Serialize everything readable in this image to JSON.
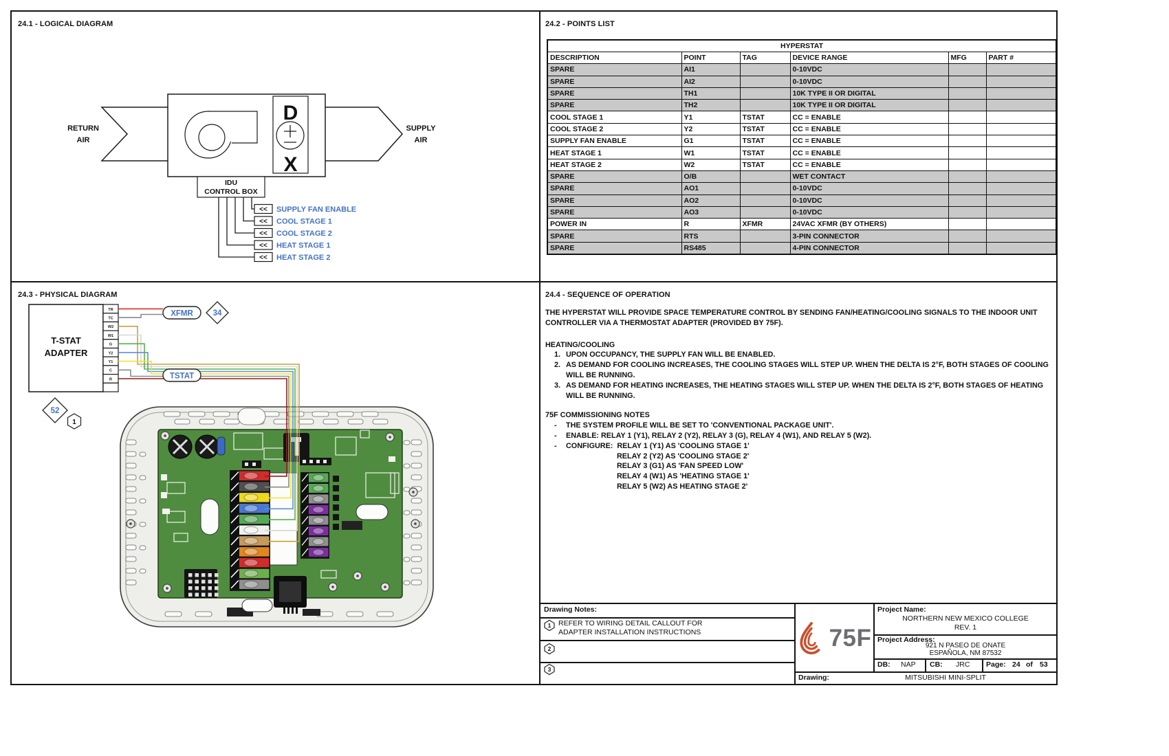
{
  "logical": {
    "title": "24.1 - LOGICAL DIAGRAM",
    "return_air_line1": "RETURN",
    "return_air_line2": "AIR",
    "supply_air_line1": "SUPPLY",
    "supply_air_line2": "AIR",
    "idu_line1": "IDU",
    "idu_line2": "CONTROL BOX",
    "dx_top": "D",
    "dx_bottom": "X",
    "arrow_symbol": "<<",
    "signal_color": "#4472c4",
    "signals": [
      "SUPPLY FAN ENABLE",
      "COOL STAGE 1",
      "COOL STAGE 2",
      "HEAT STAGE 1",
      "HEAT STAGE 2"
    ]
  },
  "points": {
    "title": "24.2 - POINTS LIST",
    "table_title": "HYPERSTAT",
    "headers": [
      "DESCRIPTION",
      "POINT",
      "TAG",
      "DEVICE RANGE",
      "MFG",
      "PART #"
    ],
    "spare_row_color": "#c9c9c9",
    "rows": [
      {
        "description": "SPARE",
        "point": "AI1",
        "tag": "",
        "range": "0-10VDC",
        "mfg": "",
        "part": "",
        "spare": true
      },
      {
        "description": "SPARE",
        "point": "AI2",
        "tag": "",
        "range": "0-10VDC",
        "mfg": "",
        "part": "",
        "spare": true
      },
      {
        "description": "SPARE",
        "point": "TH1",
        "tag": "",
        "range": "10K TYPE II OR DIGITAL",
        "mfg": "",
        "part": "",
        "spare": true
      },
      {
        "description": "SPARE",
        "point": "TH2",
        "tag": "",
        "range": "10K TYPE II OR DIGITAL",
        "mfg": "",
        "part": "",
        "spare": true
      },
      {
        "description": "COOL STAGE 1",
        "point": "Y1",
        "tag": "TSTAT",
        "range": "CC = ENABLE",
        "mfg": "",
        "part": "",
        "spare": false
      },
      {
        "description": "COOL STAGE 2",
        "point": "Y2",
        "tag": "TSTAT",
        "range": "CC = ENABLE",
        "mfg": "",
        "part": "",
        "spare": false
      },
      {
        "description": "SUPPLY FAN ENABLE",
        "point": "G1",
        "tag": "TSTAT",
        "range": "CC = ENABLE",
        "mfg": "",
        "part": "",
        "spare": false
      },
      {
        "description": "HEAT STAGE 1",
        "point": "W1",
        "tag": "TSTAT",
        "range": "CC = ENABLE",
        "mfg": "",
        "part": "",
        "spare": false
      },
      {
        "description": "HEAT STAGE 2",
        "point": "W2",
        "tag": "TSTAT",
        "range": "CC = ENABLE",
        "mfg": "",
        "part": "",
        "spare": false
      },
      {
        "description": "SPARE",
        "point": "O/B",
        "tag": "",
        "range": "WET CONTACT",
        "mfg": "",
        "part": "",
        "spare": true
      },
      {
        "description": "SPARE",
        "point": "AO1",
        "tag": "",
        "range": "0-10VDC",
        "mfg": "",
        "part": "",
        "spare": true
      },
      {
        "description": "SPARE",
        "point": "AO2",
        "tag": "",
        "range": "0-10VDC",
        "mfg": "",
        "part": "",
        "spare": true
      },
      {
        "description": "SPARE",
        "point": "AO3",
        "tag": "",
        "range": "0-10VDC",
        "mfg": "",
        "part": "",
        "spare": true
      },
      {
        "description": "POWER IN",
        "point": "R",
        "tag": "XFMR",
        "range": "24VAC XFMR (BY OTHERS)",
        "mfg": "",
        "part": "",
        "spare": false
      },
      {
        "description": "SPARE",
        "point": "RTS",
        "tag": "",
        "range": "3-PIN CONNECTOR",
        "mfg": "",
        "part": "",
        "spare": true
      },
      {
        "description": "SPARE",
        "point": "RS485",
        "tag": "",
        "range": "4-PIN CONNECTOR",
        "mfg": "",
        "part": "",
        "spare": true
      }
    ]
  },
  "physical": {
    "title": "24.3 - PHYSICAL DIAGRAM",
    "adapter_line1": "T-STAT",
    "adapter_line2": "ADAPTER",
    "terminals": [
      "TR",
      "TC",
      "W2",
      "W1",
      "G",
      "Y2",
      "Y1",
      "C",
      "R"
    ],
    "xfmr_label": "XFMR",
    "tstat_label": "TSTAT",
    "diamond_xfmr": "34",
    "diamond_board": "52",
    "hex_note": "1",
    "label_color": "#4472c4",
    "wire_colors": {
      "tr": "#d92b2b",
      "tc": "#8a8a8a",
      "w2": "#c9a13b",
      "w1": "#d8d8d2",
      "g": "#58b14f",
      "y2": "#5f8fd6",
      "y1": "#f2e230",
      "c": "#8a8a8a",
      "r": "#8e1f1f"
    },
    "board": {
      "pcb_color": "#4f8c3f",
      "left_terminal_colors": [
        "#d02c2c",
        "#4f4f4f",
        "#ecd81d",
        "#4a79cf",
        "#57a855",
        "#f0f0ee",
        "#c59a5d",
        "#e2871f",
        "#d02c2c",
        "#6fae4e",
        "#8f8f8f"
      ],
      "right_terminal_colors": [
        "#57a855",
        "#57a855",
        "#8f8f8f",
        "#7c2fa0",
        "#8f8f8f",
        "#7c2fa0",
        "#8f8f8f",
        "#7c2fa0"
      ]
    }
  },
  "sequence": {
    "title": "24.4 - SEQUENCE OF OPERATION",
    "intro_lines": [
      "THE HYPERSTAT WILL PROVIDE SPACE TEMPERATURE CONTROL BY SENDING FAN/HEATING/COOLING SIGNALS TO THE INDOOR UNIT",
      "CONTROLLER VIA A THERMOSTAT ADAPTER (PROVIDED BY 75F)."
    ],
    "heating_heading": "HEATING/COOLING",
    "heating_lines": [
      {
        "marker": "1.",
        "text": "UPON OCCUPANCY, THE SUPPLY FAN WILL BE ENABLED.",
        "indent": 0
      },
      {
        "marker": "2.",
        "text": "AS DEMAND FOR COOLING INCREASES, THE COOLING STAGES WILL STEP UP. WHEN THE DELTA IS 2°F, BOTH STAGES OF COOLING",
        "indent": 0
      },
      {
        "marker": "",
        "text": "WILL BE RUNNING.",
        "indent": 0
      },
      {
        "marker": "3.",
        "text": "AS DEMAND FOR HEATING INCREASES, THE HEATING STAGES WILL STEP UP. WHEN THE DELTA IS 2°F, BOTH STAGES OF HEATING",
        "indent": 0
      },
      {
        "marker": "",
        "text": "WILL BE RUNNING.",
        "indent": 0
      }
    ],
    "notes_heading": "75F COMMISSIONING NOTES",
    "notes_lines": [
      {
        "marker": "-",
        "text": "THE SYSTEM PROFILE WILL BE SET TO 'CONVENTIONAL PACKAGE UNIT'.",
        "indent": 0
      },
      {
        "marker": "-",
        "text": "ENABLE: RELAY 1 (Y1), RELAY 2 (Y2), RELAY 3 (G), RELAY 4 (W1), AND RELAY 5 (W2).",
        "indent": 0
      },
      {
        "marker": "-",
        "text": "CONFIGURE:  RELAY 1 (Y1) AS 'COOLING STAGE 1'",
        "indent": 0
      },
      {
        "marker": "",
        "text": "RELAY 2 (Y2) AS 'COOLING STAGE 2'",
        "indent": 1
      },
      {
        "marker": "",
        "text": "RELAY 3 (G1) AS 'FAN SPEED LOW'",
        "indent": 1
      },
      {
        "marker": "",
        "text": "RELAY 4 (W1) AS 'HEATING STAGE 1'",
        "indent": 1
      },
      {
        "marker": "",
        "text": "RELAY 5 (W2) AS HEATING STAGE 2'",
        "indent": 1
      }
    ]
  },
  "title_block": {
    "notes_heading": "Drawing Notes:",
    "notes": [
      {
        "num": "1",
        "text": "REFER TO WIRING DETAIL CALLOUT FOR ADAPTER INSTALLATION INSTRUCTIONS"
      },
      {
        "num": "2",
        "text": ""
      },
      {
        "num": "3",
        "text": ""
      }
    ],
    "logo_text": "75F",
    "logo_color": "#c8502e",
    "project_name_label": "Project Name:",
    "project_name": "NORTHERN NEW MEXICO COLLEGE",
    "revision": "REV. 1",
    "project_address_label": "Project Address:",
    "address_line1": "921 N PASEO DE ONATE",
    "address_line2": "ESPAÑOLA, NM 87532",
    "db_label": "DB:",
    "db_value": "NAP",
    "cb_label": "CB:",
    "cb_value": "JRC",
    "page_label": "Page:",
    "page_value": "24",
    "page_of": "of",
    "page_total": "53",
    "drawing_label": "Drawing:",
    "drawing_value": "MITSUBISHI MINI-SPLIT"
  }
}
